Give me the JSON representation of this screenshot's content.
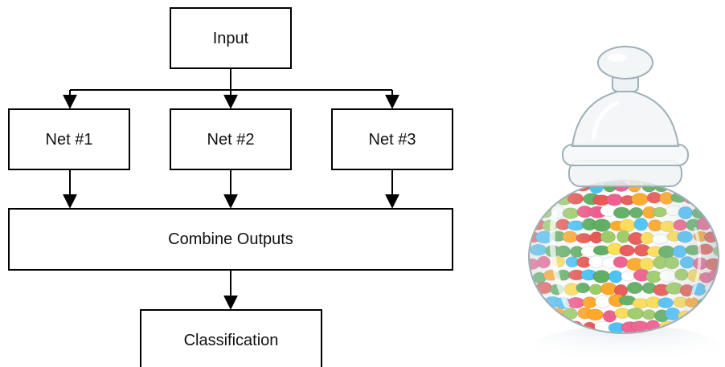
{
  "diagram": {
    "input_label": "Input",
    "nets": [
      {
        "label": "Net #1"
      },
      {
        "label": "Net #2"
      },
      {
        "label": "Net #3"
      }
    ],
    "combine_label": "Combine Outputs",
    "classification_label": "Classification"
  },
  "colors": {
    "stroke": "#000000",
    "box_fill": "#ffffff",
    "text": "#111111"
  },
  "photo": {
    "subject": "glass jar filled with multicolored candies",
    "candy_colors": [
      "#e53935",
      "#ff9800",
      "#fdd835",
      "#43a047",
      "#29b6f6",
      "#ffffff",
      "#ec407a",
      "#8bc34a"
    ]
  }
}
